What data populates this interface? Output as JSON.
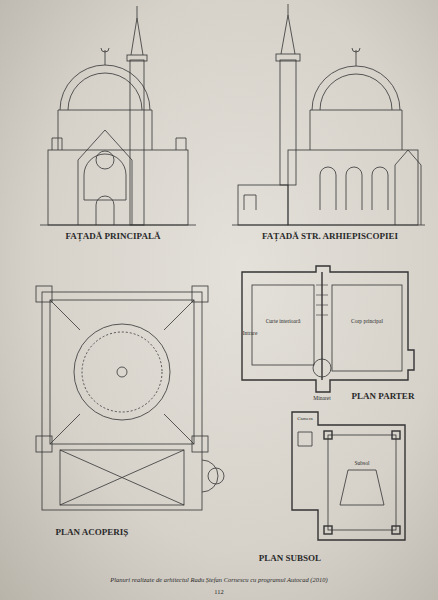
{
  "diagram": {
    "caption": "Planuri realizate de arhitectul Radu Ștefan Cornescu cu programul Autocad (2010)",
    "labels": [
      "FAȚADĂ PRINCIPALĂ",
      "FAȚADĂ STR. ARHIEPISCOPIEI",
      "PLAN ACOPERIȘ",
      "Intrare",
      "Curte interioară",
      "Corp principal",
      "Minaret",
      "PLAN PARTER",
      "Camera",
      "Subsol",
      "PLAN SUBSOL",
      "112"
    ]
  }
}
